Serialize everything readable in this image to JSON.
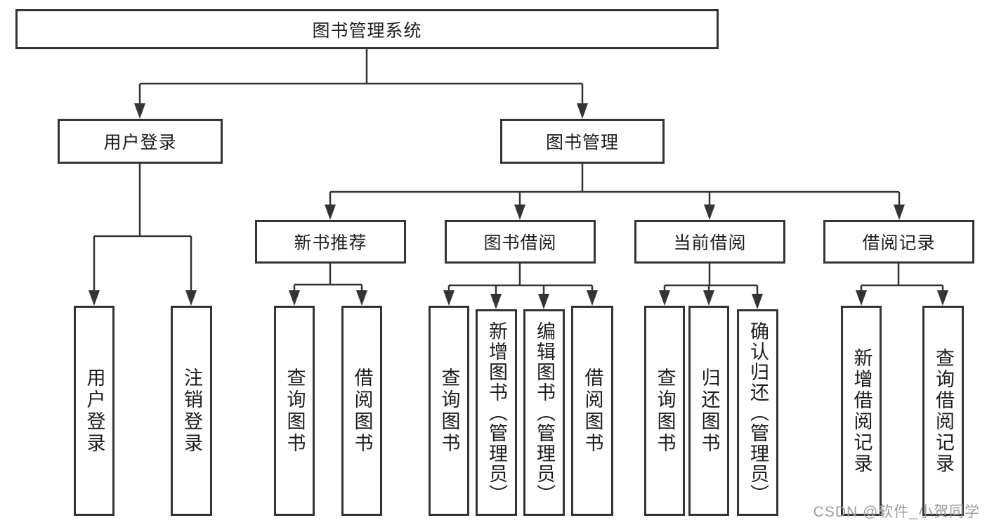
{
  "tree": {
    "root": "图书管理系统",
    "branches": [
      {
        "label": "用户登录",
        "children": [
          "用户登录",
          "注销登录"
        ]
      },
      {
        "label": "图书管理",
        "sections": [
          {
            "label": "新书推荐",
            "children": [
              "查询图书",
              "借阅图书"
            ]
          },
          {
            "label": "图书借阅",
            "children": [
              "查询图书",
              "新增图书（管理员）",
              "编辑图书（管理员）",
              "借阅图书"
            ]
          },
          {
            "label": "当前借阅",
            "children": [
              "查询图书",
              "归还图书",
              "确认归还（管理员）"
            ]
          },
          {
            "label": "借阅记录",
            "children": [
              "新增借阅记录",
              "查询借阅记录"
            ]
          }
        ]
      }
    ]
  },
  "watermark": "CSDN @软件_小贺同学",
  "colors": {
    "line": "#343434",
    "text": "#1d1d1d",
    "watermark": "#9d9d9d",
    "background": "#ffffff"
  }
}
